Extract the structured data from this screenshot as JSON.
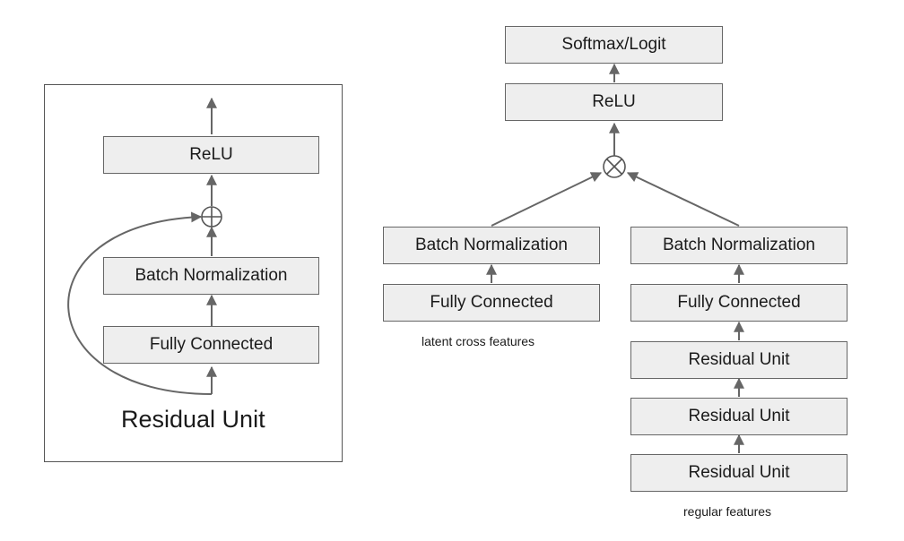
{
  "residual_unit": {
    "title": "Residual Unit",
    "relu": "ReLU",
    "batch_norm": "Batch Normalization",
    "fully_connected": "Fully Connected"
  },
  "network": {
    "softmax": "Softmax/Logit",
    "relu": "ReLU",
    "left_branch": {
      "batch_norm": "Batch Normalization",
      "fully_connected": "Fully Connected",
      "caption": "latent cross features"
    },
    "right_branch": {
      "batch_norm": "Batch Normalization",
      "fully_connected": "Fully Connected",
      "residual_units": [
        "Residual Unit",
        "Residual Unit",
        "Residual Unit"
      ],
      "caption": "regular features"
    }
  },
  "colors": {
    "box_fill": "#eeeeee",
    "line": "#666666"
  }
}
